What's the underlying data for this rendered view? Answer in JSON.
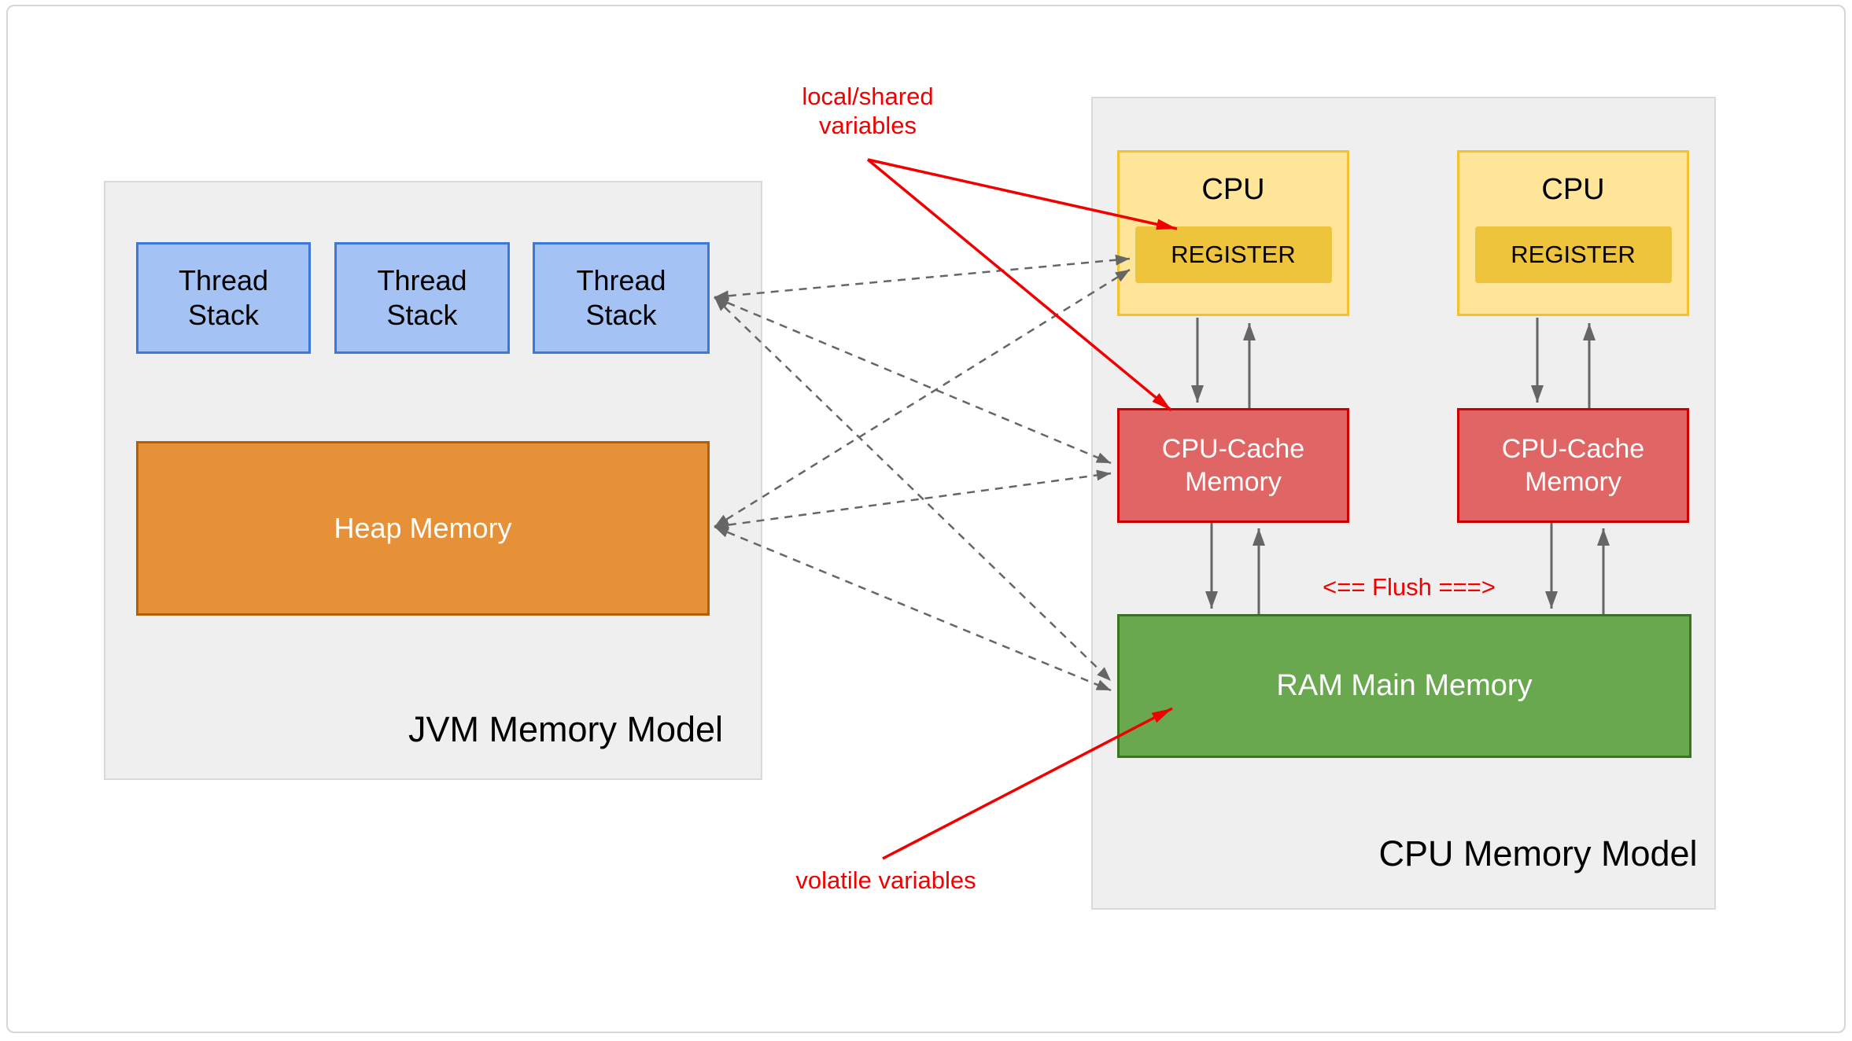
{
  "jvm_panel": {
    "title": "JVM Memory Model",
    "thread_stacks": [
      {
        "label": "Thread\nStack"
      },
      {
        "label": "Thread\nStack"
      },
      {
        "label": "Thread\nStack"
      }
    ],
    "heap_label": "Heap Memory"
  },
  "cpu_panel": {
    "title": "CPU Memory Model",
    "cpus": [
      {
        "title": "CPU",
        "register_label": "REGISTER"
      },
      {
        "title": "CPU",
        "register_label": "REGISTER"
      }
    ],
    "caches": [
      {
        "label": "CPU-Cache\nMemory"
      },
      {
        "label": "CPU-Cache\nMemory"
      }
    ],
    "ram_label": "RAM Main Memory",
    "flush_label": "<== Flush ===>"
  },
  "annotations": {
    "local_shared_label": "local/shared\nvariables",
    "volatile_label": "volatile variables"
  },
  "colors": {
    "panel_bg": "#efefef",
    "panel_border": "#d9d9d9",
    "thread_fill": "#a4c2f4",
    "thread_border": "#3c78d8",
    "heap_fill": "#e69138",
    "heap_border": "#b45f06",
    "cpu_fill": "#ffe599",
    "cpu_border": "#f1c232",
    "register_fill": "#eec43c",
    "cache_fill": "#e06666",
    "cache_border": "#cc0000",
    "ram_fill": "#6aa84f",
    "ram_border": "#38761d",
    "annotation_red": "#f00000",
    "arrow_gray": "#666666"
  }
}
